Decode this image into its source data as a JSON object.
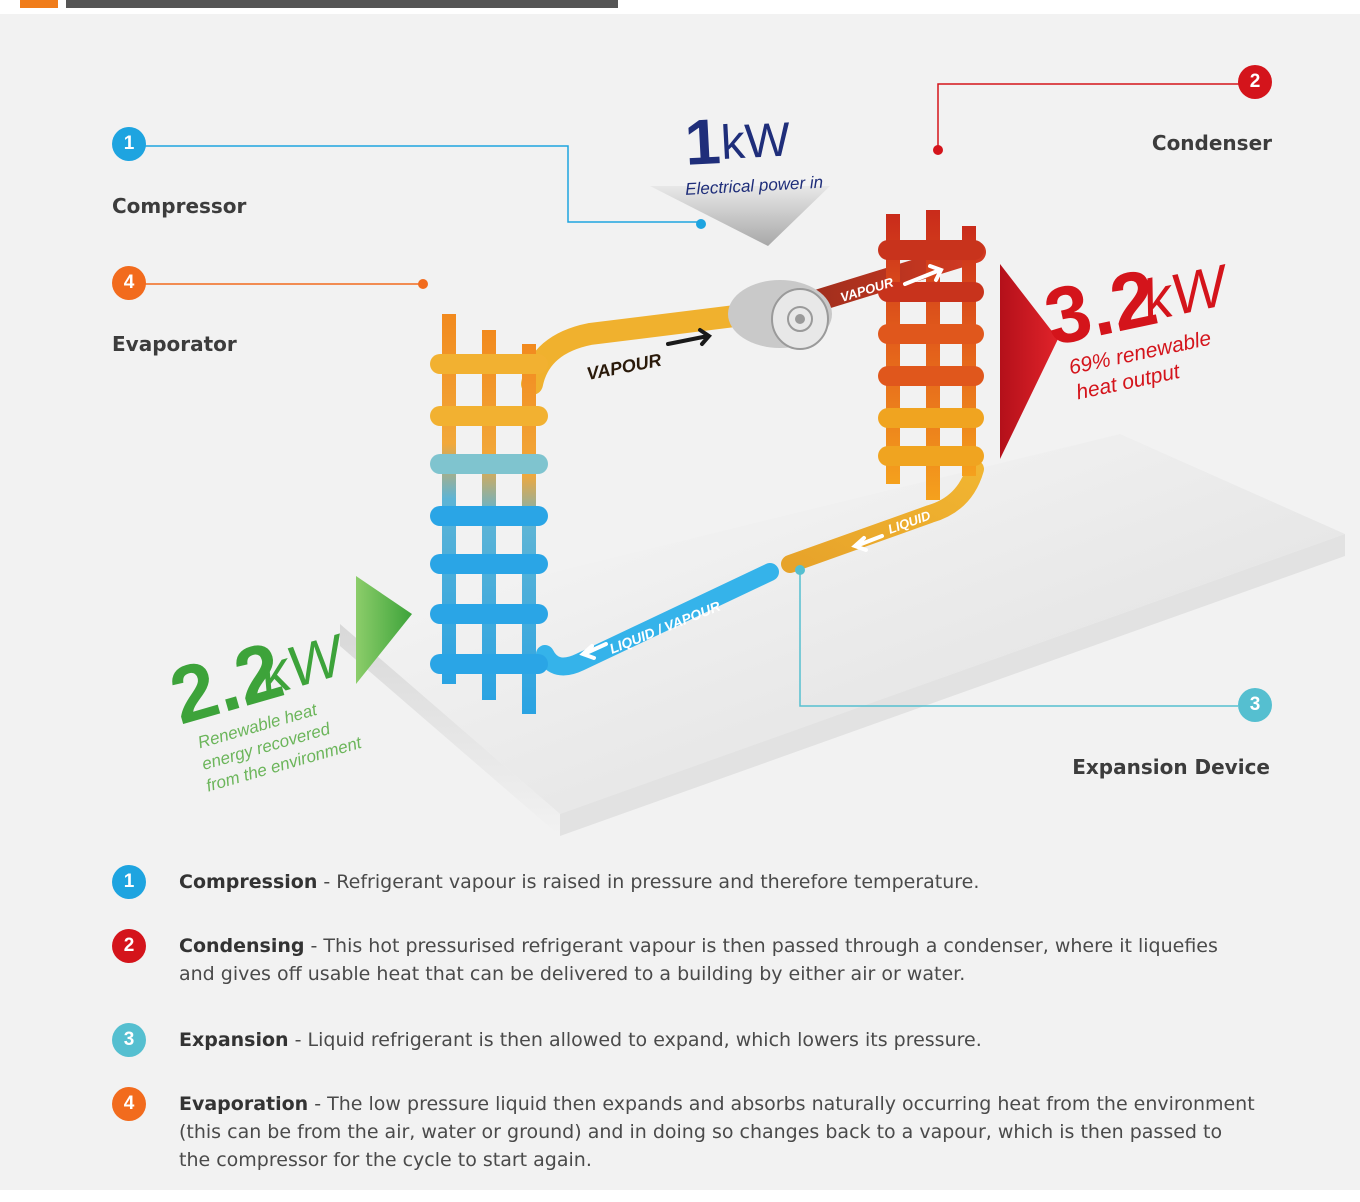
{
  "components": {
    "compressor": {
      "num": "1",
      "label": "Compressor"
    },
    "condenser": {
      "num": "2",
      "label": "Condenser"
    },
    "expansion": {
      "num": "3",
      "label": "Expansion Device"
    },
    "evaporator": {
      "num": "4",
      "label": "Evaporator"
    }
  },
  "power_in": {
    "value": "1",
    "unit": "kW",
    "caption": "Electrical power in"
  },
  "heat_out": {
    "value": "3.2",
    "unit": "kW",
    "line1": "69% renewable",
    "line2": "heat output"
  },
  "heat_in": {
    "value": "2.2",
    "unit": "kW",
    "line1": "Renewable heat",
    "line2": "energy recovered",
    "line3": "from the environment"
  },
  "pipe_labels": {
    "vapour_left": "VAPOUR",
    "vapour_right": "VAPOUR",
    "liquid": "LIQUID",
    "liquid_vapour": "LIQUID / VAPOUR"
  },
  "steps": [
    {
      "num": "1",
      "title": "Compression",
      "text": " - Refrigerant vapour is raised in pressure and therefore temperature."
    },
    {
      "num": "2",
      "title": "Condensing",
      "text": " - This hot pressurised refrigerant vapour is then passed through a condenser, where it liquefies and gives off usable heat that can be delivered to a building by either air or water."
    },
    {
      "num": "3",
      "title": "Expansion",
      "text": " - Liquid refrigerant is then allowed to expand, which lowers its pressure."
    },
    {
      "num": "4",
      "title": "Evaporation",
      "text": " - The low pressure liquid then expands and absorbs naturally occurring heat from the environment (this can be from the air, water or ground) and in doing so changes back to a vapour, which is then passed to the compressor for the cycle to start again."
    }
  ],
  "colors": {
    "blue": "#1ea4e0",
    "red": "#d4141b",
    "teal": "#55bfd0",
    "orange": "#f26b1d",
    "green": "#3da33a",
    "navy": "#1f2e7a"
  }
}
